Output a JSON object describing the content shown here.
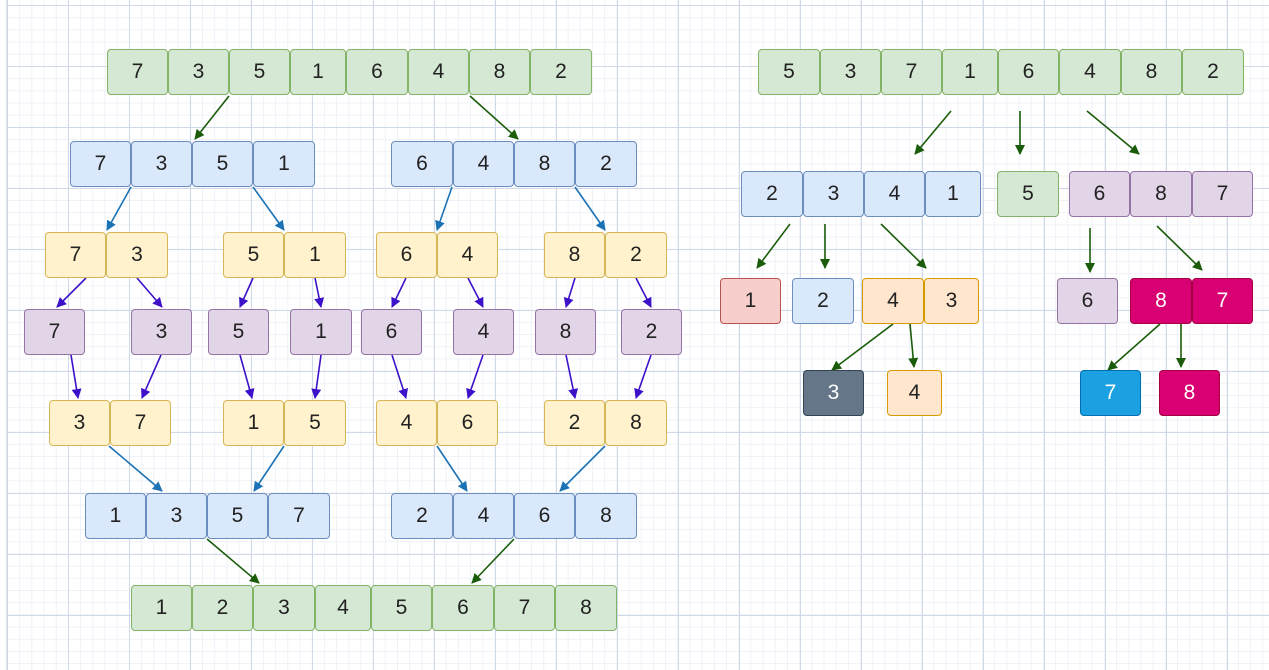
{
  "merge_sort": {
    "input": [
      "7",
      "3",
      "5",
      "1",
      "6",
      "4",
      "8",
      "2"
    ],
    "split_1": {
      "left": [
        "7",
        "3",
        "5",
        "1"
      ],
      "right": [
        "6",
        "4",
        "8",
        "2"
      ]
    },
    "split_2": [
      [
        "7",
        "3"
      ],
      [
        "5",
        "1"
      ],
      [
        "6",
        "4"
      ],
      [
        "8",
        "2"
      ]
    ],
    "singles": [
      "7",
      "3",
      "5",
      "1",
      "6",
      "4",
      "8",
      "2"
    ],
    "merged_pairs": [
      [
        "3",
        "7"
      ],
      [
        "1",
        "5"
      ],
      [
        "4",
        "6"
      ],
      [
        "2",
        "8"
      ]
    ],
    "merged_halves": {
      "left": [
        "1",
        "3",
        "5",
        "7"
      ],
      "right": [
        "2",
        "4",
        "6",
        "8"
      ]
    },
    "output": [
      "1",
      "2",
      "3",
      "4",
      "5",
      "6",
      "7",
      "8"
    ]
  },
  "quick_sort": {
    "input": [
      "5",
      "3",
      "7",
      "1",
      "6",
      "4",
      "8",
      "2"
    ],
    "partition": {
      "left": [
        "2",
        "3",
        "4",
        "1"
      ],
      "pivot": "5",
      "right": [
        "6",
        "8",
        "7"
      ]
    },
    "left_level": {
      "first": "1",
      "second": "2",
      "pair": [
        "4",
        "3"
      ]
    },
    "left_pair_children": [
      "3",
      "4"
    ],
    "right_level": {
      "single": "6",
      "pair": [
        "8",
        "7"
      ]
    },
    "right_pair_children": [
      "7",
      "8"
    ]
  },
  "colors": {
    "green": "#d5e8d4",
    "blue": "#dae8fc",
    "yellow": "#fff2cc",
    "purple": "#e1d5e7",
    "red": "#f8cecc",
    "orange": "#ffe6cc",
    "slate": "#647687",
    "magenta": "#d80073",
    "cyan": "#1ba1e2",
    "arrow_green": "#1a5c0a",
    "arrow_blue": "#1b72b5",
    "arrow_purple": "#3d11c9"
  }
}
